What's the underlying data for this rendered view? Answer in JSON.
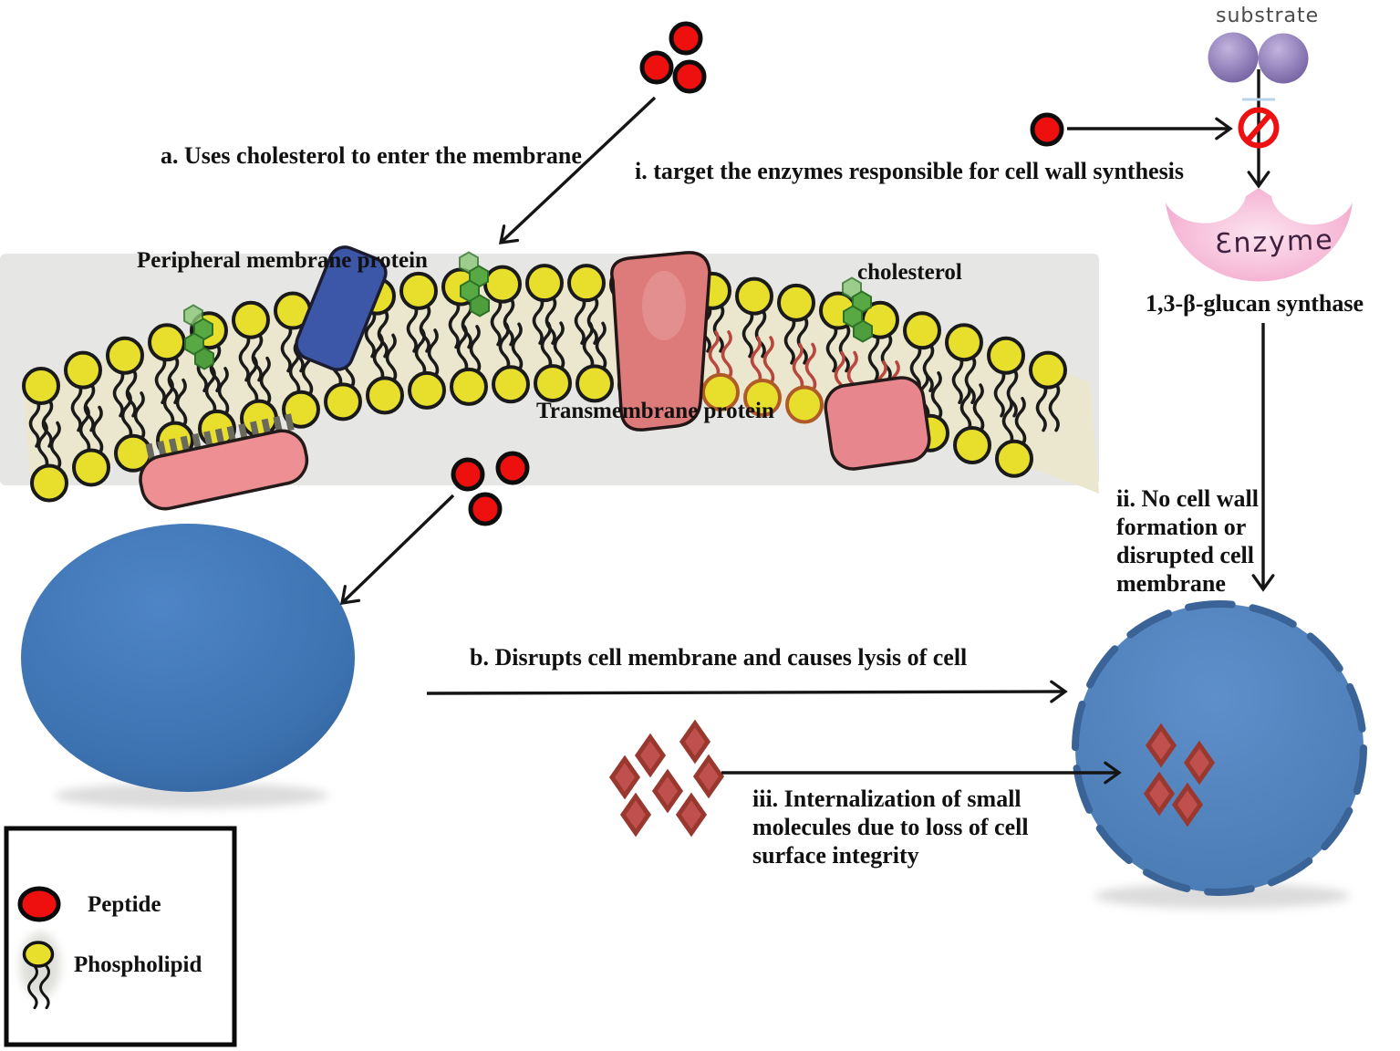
{
  "diagram": {
    "annotations": {
      "step_a": "a. Uses cholesterol to enter the membrane",
      "step_i": "i. target the enzymes responsible for cell wall synthesis",
      "step_b": "b. Disrupts cell membrane and causes lysis of cell",
      "step_ii_lines": [
        "ii. No cell wall",
        "formation or",
        "disrupted cell",
        "membrane"
      ],
      "step_iii_lines": [
        "iii. Internalization of small",
        "molecules due to loss of cell",
        "surface integrity"
      ]
    },
    "membrane_labels": {
      "peripheral": "Peripheral membrane protein",
      "transmembrane": "Transmembrane protein",
      "cholesterol": "cholesterol"
    },
    "enzyme_panel": {
      "substrate_label": "substrate",
      "enzyme_label": "Ɛnzyme",
      "synthase_label": "1,3-β-glucan synthase"
    },
    "legend": {
      "peptide_label": "Peptide",
      "phospholipid_label": "Phospholipid"
    },
    "colors": {
      "peptide_red": "#ee0f0f",
      "lipid_head_yellow": "#e7df2b",
      "membrane_interior": "#ebe7ce",
      "membrane_band_gray": "#e6e6e4",
      "peripheral_protein_blue": "#3c56a8",
      "transmembrane_pink": "#dd7a7a",
      "transmembrane_pink2": "#e8868e",
      "bottom_protein_pink": "#ee8f93",
      "cholesterol_green": "#58a944",
      "substrate_purple": "#9484bc",
      "enzyme_pink": "#f6bcd8",
      "prohibition_red": "#ee1111",
      "cell_blue": "#3f74b2",
      "lysed_cell_blue": "#4f81bd",
      "dash_border_blue": "#3a6497",
      "small_molecule_red": "#c0504d",
      "red_tail": "#b8473f",
      "red_head_stroke": "#b05a28"
    }
  }
}
